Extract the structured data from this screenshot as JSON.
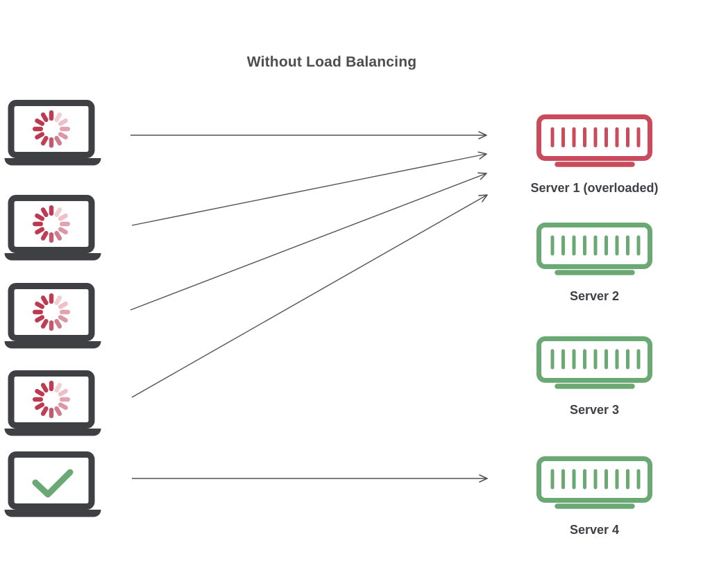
{
  "title": "Without Load Balancing",
  "colors": {
    "red": "#c94b5c",
    "green": "#6aa874",
    "frame": "#3f4044",
    "arrow": "#515254",
    "label_text": "#3e4045",
    "title_text": "#4c4d4f"
  },
  "spinner_colors": [
    "#c13b52",
    "#f1cdd4",
    "#eebfc8",
    "#e2a3b0",
    "#dc96a4",
    "#d07e8e",
    "#c25a6e",
    "#bd4057",
    "#bc3950",
    "#bc3950",
    "#bc3950",
    "#be3a51"
  ],
  "clients": [
    {
      "name": "client-1",
      "icon": "loading-spinner"
    },
    {
      "name": "client-2",
      "icon": "loading-spinner"
    },
    {
      "name": "client-3",
      "icon": "loading-spinner"
    },
    {
      "name": "client-4",
      "icon": "loading-spinner"
    },
    {
      "name": "client-5",
      "icon": "check"
    }
  ],
  "servers": [
    {
      "label": "Server 1 (overloaded)",
      "status": "overloaded"
    },
    {
      "label": "Server 2",
      "status": "normal"
    },
    {
      "label": "Server 3",
      "status": "normal"
    },
    {
      "label": "Server 4",
      "status": "normal"
    }
  ],
  "connections": [
    {
      "from": "client-1",
      "to": "server-1"
    },
    {
      "from": "client-2",
      "to": "server-1"
    },
    {
      "from": "client-3",
      "to": "server-1"
    },
    {
      "from": "client-4",
      "to": "server-1"
    },
    {
      "from": "client-5",
      "to": "server-4"
    }
  ]
}
